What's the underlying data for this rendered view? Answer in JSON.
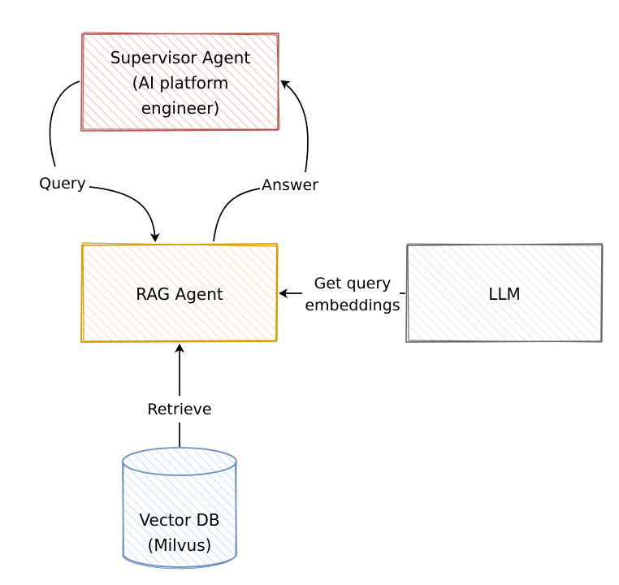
{
  "nodes": {
    "supervisor": {
      "lines": [
        "Supervisor Agent",
        "(AI platform",
        "engineer)"
      ],
      "stroke": "#b85450",
      "fill": "#f8cecc"
    },
    "rag": {
      "lines": [
        "RAG Agent"
      ],
      "stroke": "#d79b00",
      "fill": "#ffe6cc"
    },
    "llm": {
      "lines": [
        "LLM"
      ],
      "stroke": "#666666",
      "fill": "#f5f5f5"
    },
    "vectordb": {
      "lines": [
        "Vector DB",
        "(Milvus)"
      ],
      "stroke": "#6c8ebf",
      "fill": "#dae8fc"
    }
  },
  "edges": {
    "query": {
      "label": "Query"
    },
    "answer": {
      "label": "Answer"
    },
    "embeddings": {
      "label_lines": [
        "Get query",
        "embeddings"
      ]
    },
    "retrieve": {
      "label": "Retrieve"
    }
  }
}
